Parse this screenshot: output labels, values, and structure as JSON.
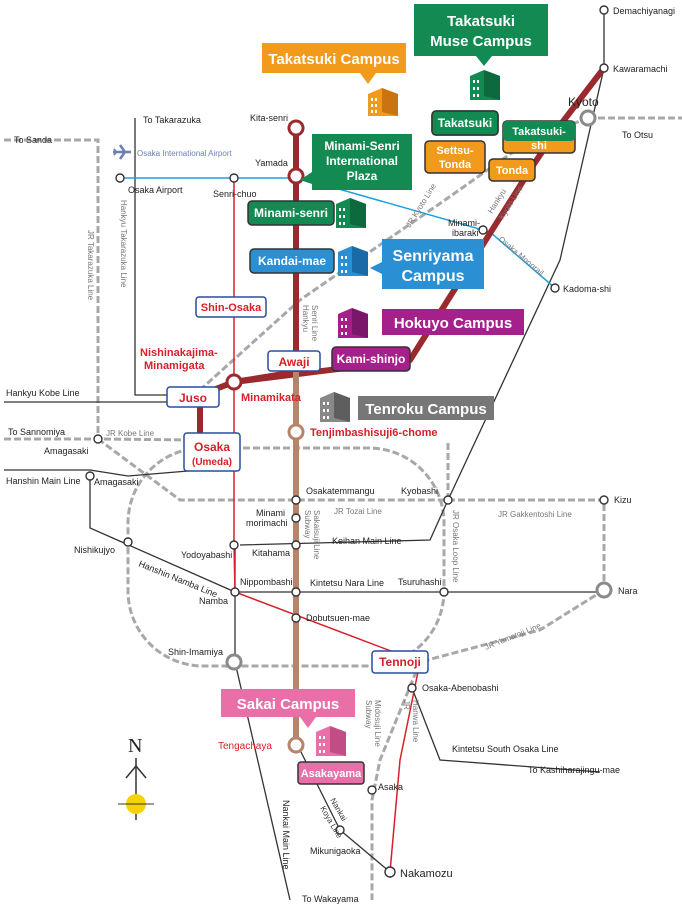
{
  "campuses": {
    "takatsuki": "Takatsuki Campus",
    "muse_1": "Takatsuki",
    "muse_2": "Muse Campus",
    "msip_1": "Minami-Senri",
    "msip_2": "International",
    "msip_3": "Plaza",
    "senriyama_1": "Senriyama",
    "senriyama_2": "Campus",
    "hokuyo": "Hokuyo Campus",
    "tenroku": "Tenroku Campus",
    "sakai": "Sakai Campus"
  },
  "stations_boxed": {
    "takatsuki": "Takatsuki",
    "takatsukishi_1": "Takatsuki-",
    "takatsukishi_2": "shi",
    "settsu_1": "Settsu-",
    "settsu_2": "Tonda",
    "tonda": "Tonda",
    "minamisenri": "Minami-senri",
    "kandaimae": "Kandai-mae",
    "shinosaka": "Shin-Osaka",
    "awaji": "Awaji",
    "kamishinjo": "Kami-shinjo",
    "juso": "Juso",
    "osaka_1": "Osaka",
    "osaka_2": "(Umeda)",
    "tennoji": "Tennoji",
    "asakayama": "Asakayama"
  },
  "stations": {
    "demachiyanagi": "Demachiyanagi",
    "kawaramachi": "Kawaramachi",
    "kyoto": "Kyoto",
    "to_otsu": "To Otsu",
    "to_takarazuka": "To Takarazuka",
    "kitasenri": "Kita-senri",
    "to_sanda": "To Sanda",
    "itami_airport": "Osaka International Airport",
    "yamada": "Yamada",
    "osaka_airport": "Osaka Airport",
    "senrichuo": "Senri-chuo",
    "minamiibaraki_1": "Minami-",
    "minamiibaraki_2": "ibaraki",
    "kadomashi": "Kadoma-shi",
    "nishinakajima_1": "Nishinakajima-",
    "nishinakajima_2": "Minamigata",
    "minamikata": "Minamikata",
    "tenjimbashisuji": "Tenjimbashisuji6-chome",
    "to_sannomiya": "To Sannomiya",
    "amagasaki_jr": "Amagasaki",
    "amagasaki_hs": "Amagasaki",
    "osakatemmangu": "Osakatemmangu",
    "kyobashi": "Kyobashi",
    "kizu": "Kizu",
    "minamimorimachi_1": "Minami",
    "minamimorimachi_2": "morimachi",
    "nishikujyo": "Nishikujyo",
    "yodoyabashi": "Yodoyabashi",
    "kitahama": "Kitahama",
    "nippombashi": "Nippombashi",
    "tsuruhashi": "Tsuruhashi",
    "nara": "Nara",
    "namba": "Namba",
    "dobutsuenmae": "Dobutsuen-mae",
    "shinimamiya": "Shin-Imamiya",
    "osakaabenobashi": "Osaka-Abenobashi",
    "tengachaya": "Tengachaya",
    "to_kashihara": "To Kashiharajingu-mae",
    "asaka": "Asaka",
    "mikunigaoka": "Mikunigaoka",
    "nakamozu": "Nakamozu",
    "to_wakayama": "To Wakayama"
  },
  "lines": {
    "jr_takarazuka": "JR Takarazuka Line",
    "hankyu_takarazuka": "Hankyu Takarazuka Line",
    "jr_kyoto": "JR Kyoto Line",
    "hankyu_kyoto_1": "Hankyu",
    "hankyu_kyoto_2": "Kyoto Line",
    "osaka_monorail": "Osaka Monorail",
    "hankyu_senri_1": "Hankyu",
    "hankyu_senri_2": "Senri Line",
    "hankyu_kobe": "Hankyu Kobe Line",
    "jr_kobe": "JR Kobe Line",
    "hanshin_main": "Hanshin Main Line",
    "jr_tozai": "JR Tozai Line",
    "jr_gakkentoshi": "JR Gakkentoshi Line",
    "subway_sakaisuji_1": "Subway",
    "subway_sakaisuji_2": "Sakaisuji Line",
    "jr_osaka_loop": "JR Osaka Loop Line",
    "keihan_main": "Keihan Main Line",
    "hanshin_namba": "Hanshin Namba Line",
    "kintetsu_nara": "Kintetsu Nara Line",
    "jr_yamatoji": "JR Yamatoji Line",
    "jr_hanwa_1": "JR",
    "jr_hanwa_2": "Hanwa Line",
    "subway_midosuji_1": "Subway",
    "subway_midosuji_2": "Midosuji Line",
    "kintetsu_south_osaka": "Kintetsu South Osaka Line",
    "nankai_koya_1": "Nankai",
    "nankai_koya_2": "Koya Line",
    "nankai_main": "Nankai Main Line"
  },
  "compass": {
    "north": "N"
  },
  "colors": {
    "hankyu": "#9b2a2f",
    "sakaisuji": "#b5846a",
    "midosuji": "#d7202a",
    "jr": "#a0a0a0",
    "private": "#333333",
    "monorail": "#1ea0dc",
    "orange": "#f19a1b",
    "green": "#138a52",
    "blue": "#2b8fd3",
    "purple": "#a6208c",
    "gray": "#777777",
    "pink": "#e96fa9"
  }
}
